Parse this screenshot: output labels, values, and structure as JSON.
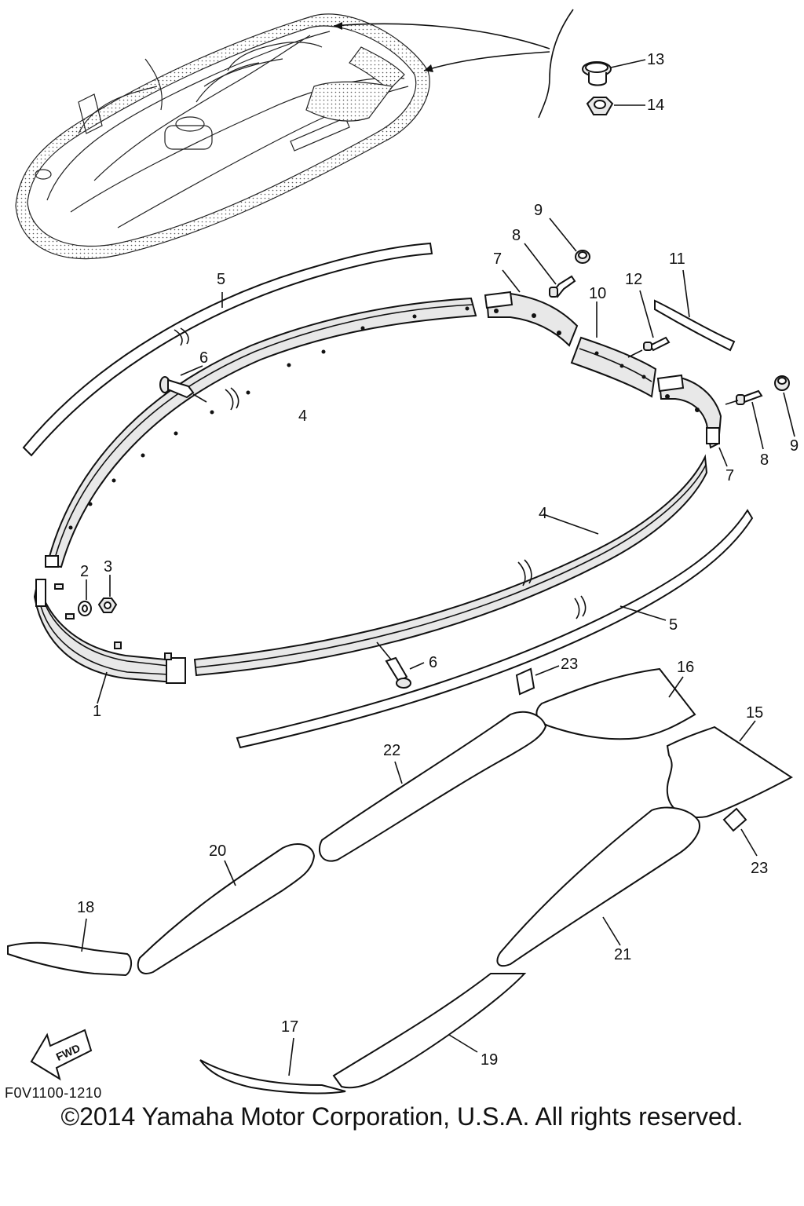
{
  "diagram": {
    "figure_code": "F0V1100-1210",
    "copyright": "©2014 Yamaha Motor Corporation, U.S.A. All rights reserved.",
    "fwd_label": "FWD",
    "callouts": {
      "c1": "1",
      "c2": "2",
      "c3": "3",
      "c4a": "4",
      "c4b": "4",
      "c5a": "5",
      "c5b": "5",
      "c6a": "6",
      "c6b": "6",
      "c7a": "7",
      "c7b": "7",
      "c8a": "8",
      "c8b": "8",
      "c9a": "9",
      "c9b": "9",
      "c10": "10",
      "c11": "11",
      "c12": "12",
      "c13": "13",
      "c14": "14",
      "c15": "15",
      "c16": "16",
      "c17": "17",
      "c18": "18",
      "c19": "19",
      "c20": "20",
      "c21": "21",
      "c22": "22",
      "c23a": "23",
      "c23b": "23"
    }
  }
}
